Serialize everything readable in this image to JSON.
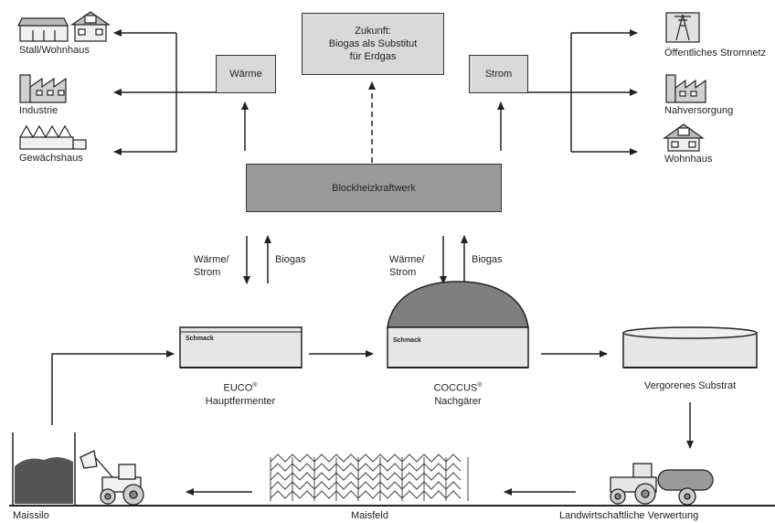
{
  "boxes": {
    "future": "Zukunft:\nBiogas als Substitut\nfür Erdgas",
    "heat": "Wärme",
    "power": "Strom",
    "chp": "Blockheizkraftwerk"
  },
  "left_consumers": [
    "Stall/Wohnhaus",
    "Industrie",
    "Gewächshaus"
  ],
  "right_consumers": [
    "Öffentliches Stromnetz",
    "Nahversorgung",
    "Wohnhaus"
  ],
  "exchange_left": {
    "down": "Wärme/\nStrom",
    "up": "Biogas"
  },
  "exchange_right": {
    "down": "Wärme/\nStrom",
    "up": "Biogas"
  },
  "tanks": {
    "main": {
      "name": "EUCO",
      "reg": "®",
      "sub": "Hauptfermenter",
      "brand": "Schmack"
    },
    "post": {
      "name": "COCCUS",
      "reg": "®",
      "sub": "Nachgärer",
      "brand": "Schmack"
    },
    "digestate": "Vergorenes Substrat"
  },
  "bottom": {
    "silo": "Maissilo",
    "field": "Maisfeld",
    "use": "Landwirtschaftliche Verwertung"
  },
  "colors": {
    "box": "#d9d9d9",
    "chp": "#9a9a9a",
    "dome": "#7f7f7f",
    "line": "#222222"
  }
}
